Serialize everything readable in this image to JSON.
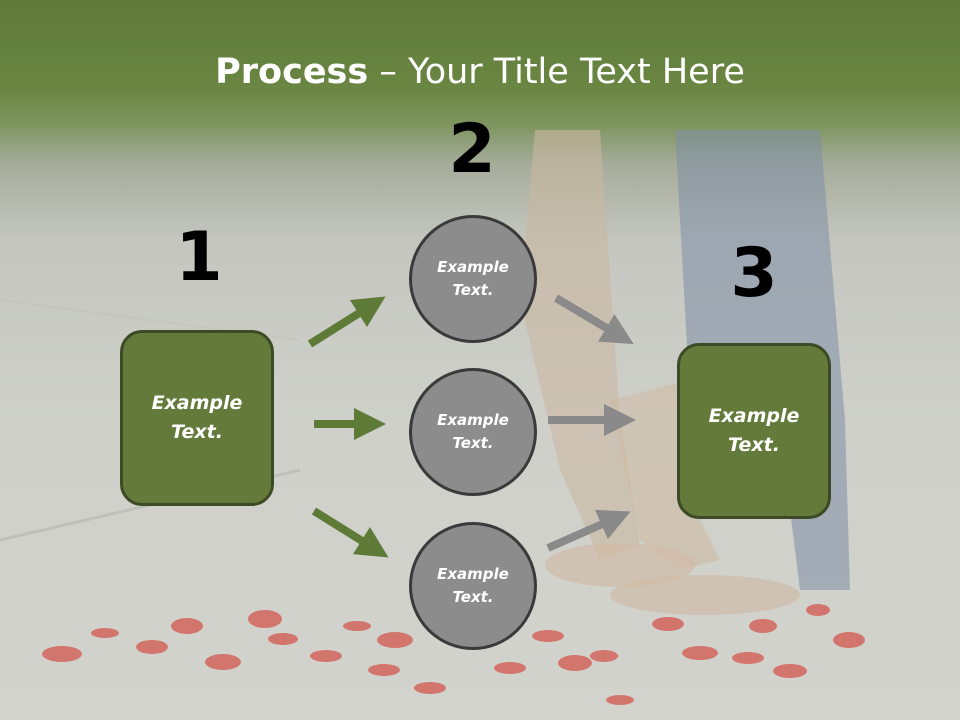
{
  "slide": {
    "title_bold": "Process",
    "title_rest": " – Your Title Text Here"
  },
  "steps": {
    "n1": "1",
    "n2": "2",
    "n3": "3"
  },
  "left_box": {
    "text": "Example\nText."
  },
  "right_box": {
    "text": "Example\nText."
  },
  "circles": [
    {
      "text": "Example\nText."
    },
    {
      "text": "Example\nText."
    },
    {
      "text": "Example\nText."
    }
  ],
  "colors": {
    "header_green": "#637a3a",
    "box_fill": "#637a3a",
    "arrow_green": "#5d7a36",
    "circle_fill": "#8c8c8c",
    "arrow_gray": "#8a8a8a"
  }
}
